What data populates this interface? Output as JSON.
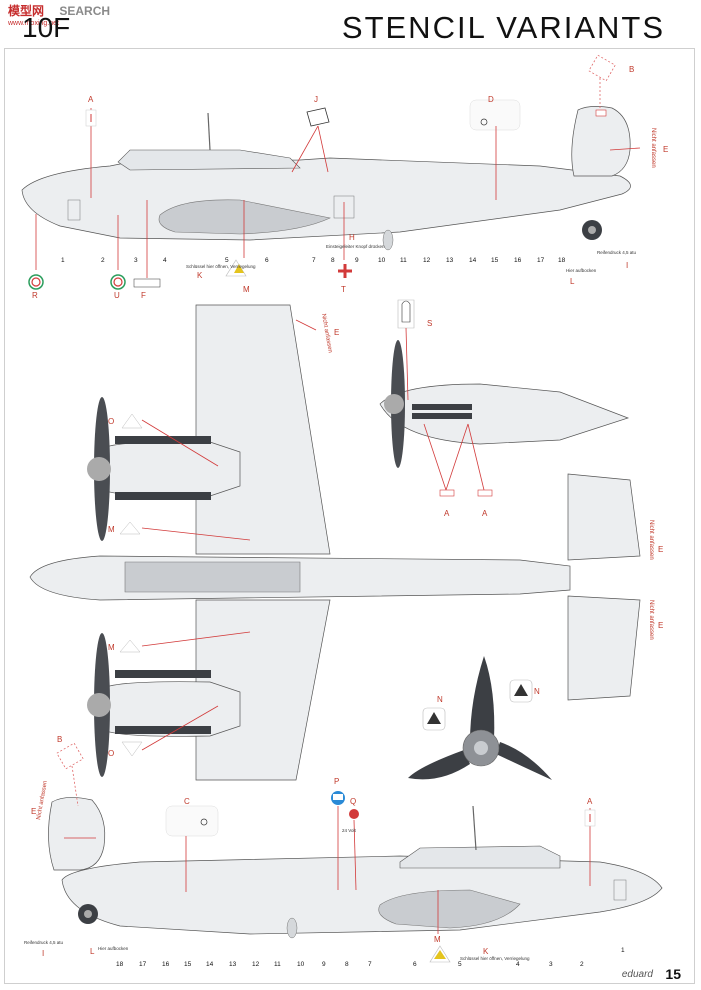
{
  "header": {
    "watermark": "模型网",
    "watermark_sub": "www.moxing.net",
    "watermark_search": "SEARCH",
    "aircraft_fragment": "10F",
    "title": "STENCIL VARIANTS"
  },
  "footer": {
    "maker": "eduard",
    "page_number": "15"
  },
  "letters": {
    "A": "A",
    "B": "B",
    "C": "C",
    "D": "D",
    "E": "E",
    "F": "F",
    "H": "H",
    "I": "I",
    "J": "J",
    "K": "K",
    "L": "L",
    "M": "M",
    "N": "N",
    "O": "O",
    "P": "P",
    "Q": "Q",
    "R": "R",
    "S": "S",
    "T": "T",
    "U": "U"
  },
  "station_numbers_top": [
    "1",
    "2",
    "3",
    "4",
    "5",
    "6",
    "7",
    "8",
    "9",
    "10",
    "11",
    "12",
    "13",
    "14",
    "15",
    "16",
    "17",
    "18"
  ],
  "station_numbers_bottom": [
    "18",
    "17",
    "16",
    "15",
    "14",
    "13",
    "12",
    "11",
    "10",
    "9",
    "8",
    "7",
    "6",
    "5",
    "4",
    "3",
    "2",
    "1"
  ],
  "texts": {
    "nicht_anfassen": "Nicht anfassen",
    "reifendruck": "Reifendruck 4,5 atu",
    "hier_aufbocken": "Hier aufbocken",
    "volt": "24 Volt",
    "einsteigeleiter": "Einsteigeleiter Knopf drücken",
    "schlussel": "Schlüssel hier öffnen, Verriegelung"
  },
  "colors": {
    "stencil_red": "#d23a3a",
    "airframe_grey": "#eceef0",
    "shadow_grey": "#c9ccd0",
    "prop_dark": "#3c3f44"
  }
}
